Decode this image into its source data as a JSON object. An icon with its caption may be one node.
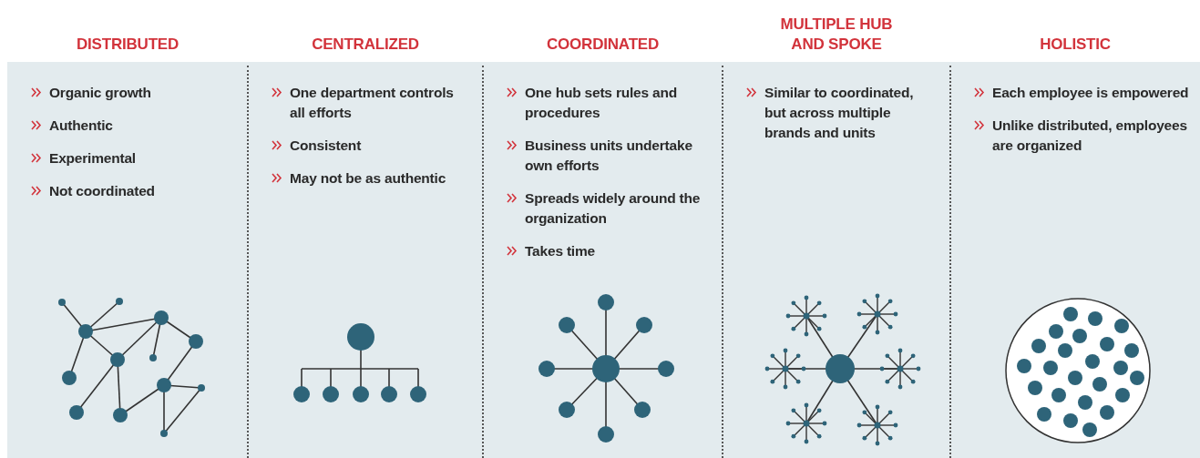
{
  "diagram": {
    "nodes": [
      {
        "text": [
          "DISTRIBUTED",
          "Organic growth",
          "Authentic",
          "Experimental",
          "Not coordinated"
        ]
      },
      {
        "text": [
          "CENTRALIZED",
          "One department controls all efforts",
          "Consistent",
          "May not be as authentic"
        ]
      },
      {
        "text": [
          "COORDINATED",
          "One hub sets rules and procedures",
          "Business units undertake own efforts",
          "Spreads widely around the organization",
          "Takes time"
        ]
      },
      {
        "text": [
          "MULTIPLE HUB AND SPOKE",
          "Similar to coordinated, but across multiple brands and units"
        ]
      },
      {
        "text": [
          "HOLISTIC",
          "Each employee is empowered",
          "Unlike distributed, employees are organized"
        ]
      }
    ]
  }
}
